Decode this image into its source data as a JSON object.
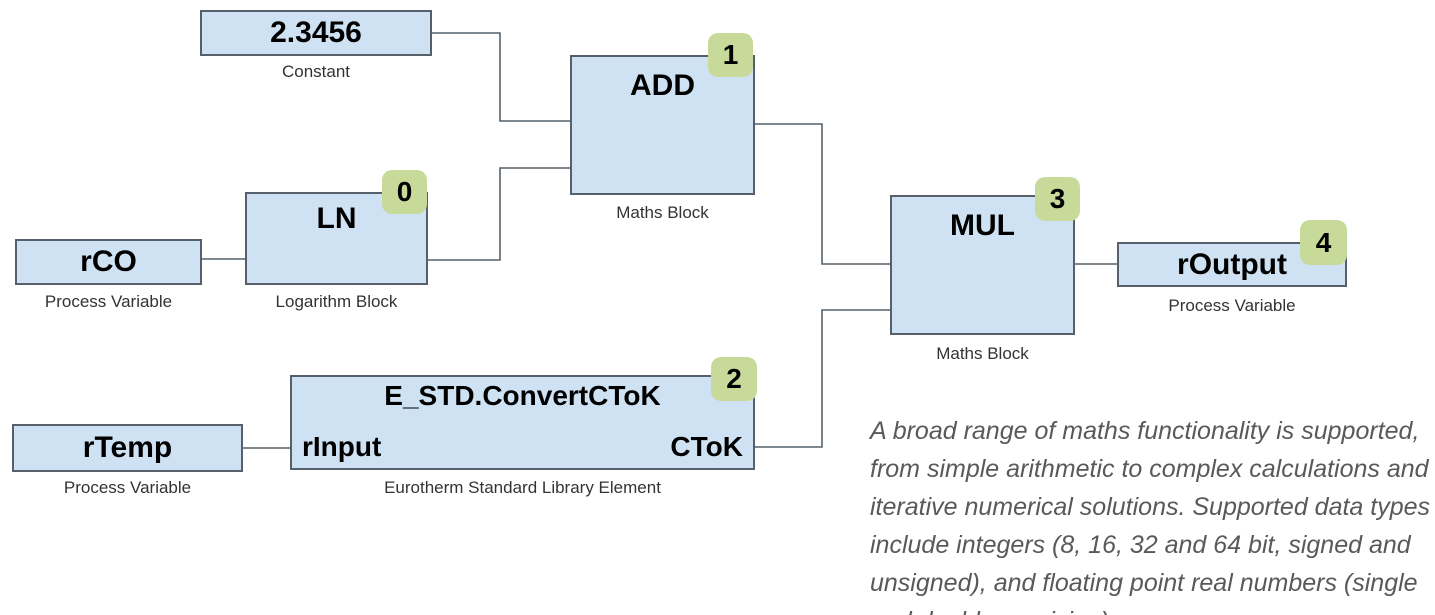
{
  "diagram": {
    "blocks": {
      "constant": {
        "title": "2.3456",
        "caption": "Constant"
      },
      "rco": {
        "title": "rCO",
        "caption": "Process Variable"
      },
      "ln": {
        "title": "LN",
        "caption": "Logarithm Block",
        "badge": "0"
      },
      "add": {
        "title": "ADD",
        "caption": "Maths Block",
        "badge": "1"
      },
      "rtemp": {
        "title": "rTemp",
        "caption": "Process Variable"
      },
      "ctok": {
        "title": "E_STD.ConvertCToK",
        "caption": "Eurotherm Standard Library Element",
        "badge": "2",
        "input_port": "rInput",
        "output_port": "CToK"
      },
      "mul": {
        "title": "MUL",
        "caption": "Maths Block",
        "badge": "3"
      },
      "routput": {
        "title": "rOutput",
        "caption": "Process Variable",
        "badge": "4"
      }
    },
    "note": {
      "lines": [
        "A broad range of maths functionality is supported,",
        "from simple arithmetic to complex calculations and",
        "iterative numerical solutions. Supported data types",
        "include integers (8, 16, 32 and 64 bit, signed and",
        "unsigned), and floating point real numbers (single",
        "and double precision)."
      ]
    },
    "colors": {
      "block_fill": "#cfe2f3",
      "block_border": "#56606a",
      "badge_fill": "#c8da9a",
      "connector": "#56606a",
      "note_text": "#595959"
    }
  }
}
